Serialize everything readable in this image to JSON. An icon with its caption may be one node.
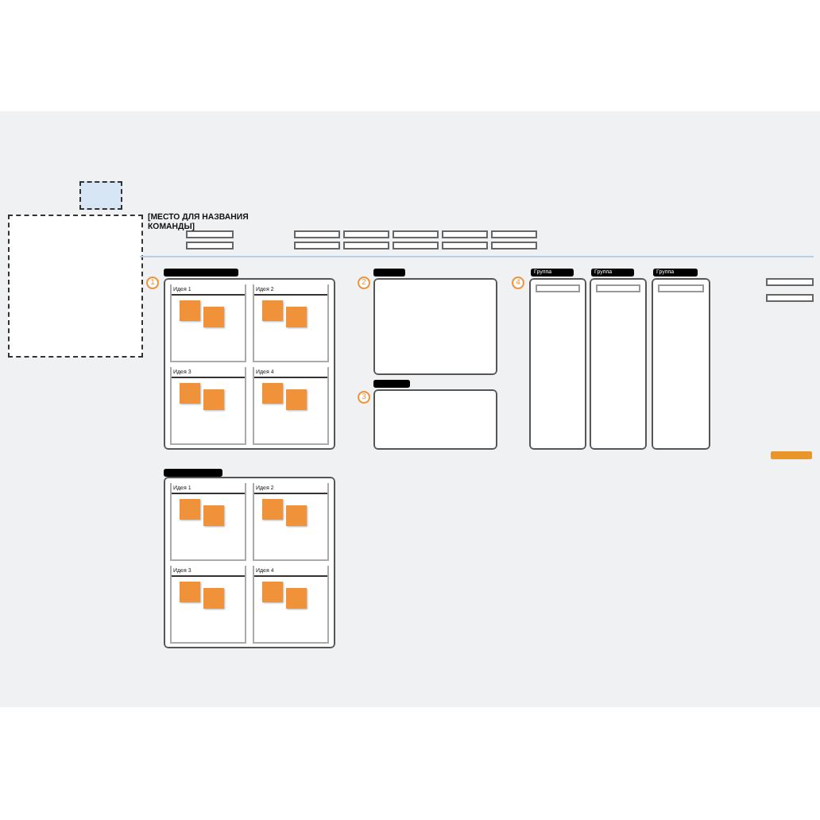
{
  "diagram": {
    "title": "[МЕСТО ДЛЯ НАЗВАНИЯ КОМАНДЫ]",
    "nodes": [
      {
        "text": [],
        "shape": "box"
      },
      {
        "text": [
          "Идея 1"
        ],
        "in": 0
      },
      {
        "text": [
          "Идея 2"
        ],
        "in": 0
      },
      {
        "text": [
          "Идея 3"
        ],
        "in": 0
      },
      {
        "text": [
          "Идея 4"
        ],
        "in": 0
      },
      {
        "text": [],
        "shape": "box"
      },
      {
        "text": [
          "Идея 1"
        ],
        "in": 5
      },
      {
        "text": [
          "Идея 2"
        ],
        "in": 5
      },
      {
        "text": [
          "Идея 3"
        ],
        "in": 5
      },
      {
        "text": [
          "Идея 4"
        ],
        "in": 5
      },
      {
        "text": [],
        "shape": "box"
      },
      {
        "text": [],
        "shape": "box"
      },
      {
        "text": [
          "Группа"
        ]
      },
      {
        "text": [
          "Группа"
        ]
      },
      {
        "text": [
          "Группа"
        ]
      },
      {
        "text": [
          "1"
        ]
      },
      {
        "text": [
          "2"
        ]
      },
      {
        "text": [
          "3"
        ]
      },
      {
        "text": [
          "4"
        ]
      }
    ]
  }
}
